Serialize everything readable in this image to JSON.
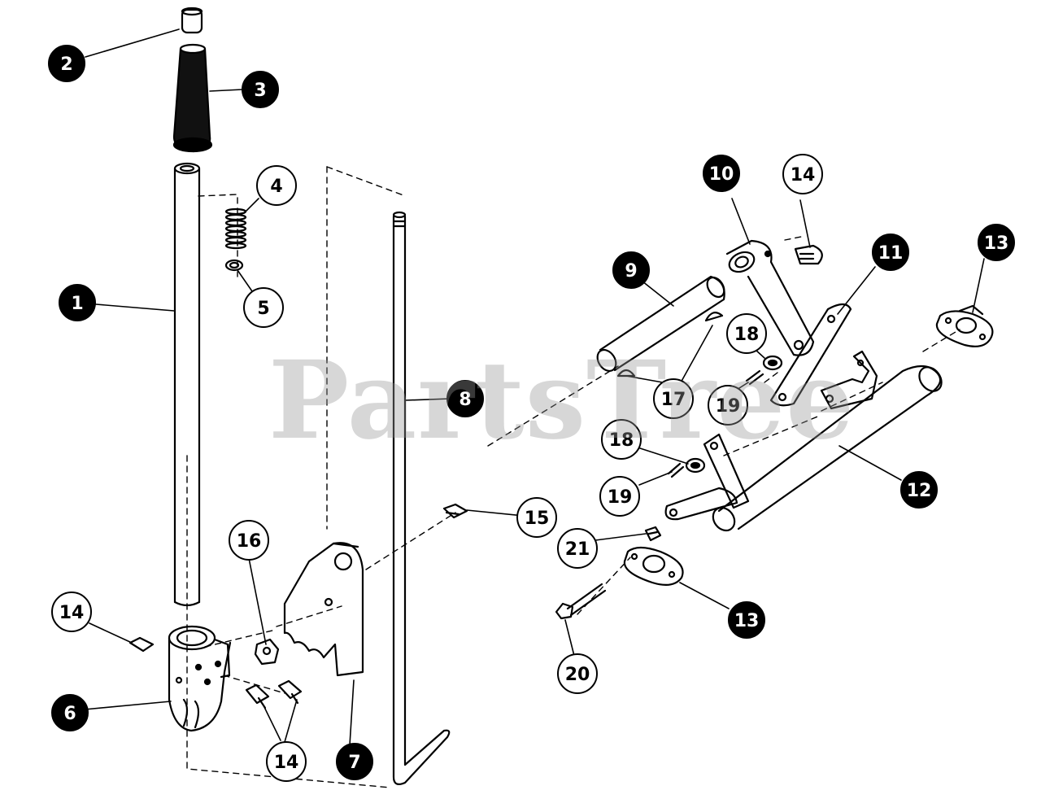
{
  "watermark": "PartsTree",
  "colors": {
    "line": "#000000",
    "background": "#ffffff",
    "watermark": "#969696"
  },
  "callouts": [
    {
      "id": "c1",
      "label": "1",
      "style": "filled",
      "part": "handle-tube"
    },
    {
      "id": "c2",
      "label": "2",
      "style": "filled",
      "part": "cap"
    },
    {
      "id": "c3",
      "label": "3",
      "style": "filled",
      "part": "grip"
    },
    {
      "id": "c4",
      "label": "4",
      "style": "outline",
      "part": "spring"
    },
    {
      "id": "c5",
      "label": "5",
      "style": "outline",
      "part": "washer"
    },
    {
      "id": "c6",
      "label": "6",
      "style": "filled",
      "part": "pivot-block"
    },
    {
      "id": "c7",
      "label": "7",
      "style": "filled",
      "part": "notched-bracket"
    },
    {
      "id": "c8",
      "label": "8",
      "style": "filled",
      "part": "rod"
    },
    {
      "id": "c9",
      "label": "9",
      "style": "filled",
      "part": "cross-shaft"
    },
    {
      "id": "c10",
      "label": "10",
      "style": "filled",
      "part": "lever-arm"
    },
    {
      "id": "c11",
      "label": "11",
      "style": "filled",
      "part": "link"
    },
    {
      "id": "c12",
      "label": "12",
      "style": "filled",
      "part": "lift-shaft"
    },
    {
      "id": "c13a",
      "label": "13",
      "style": "filled",
      "part": "bearing-flange-right"
    },
    {
      "id": "c13b",
      "label": "13",
      "style": "filled",
      "part": "bearing-flange-lower"
    },
    {
      "id": "c14a",
      "label": "14",
      "style": "outline",
      "part": "screw-arm"
    },
    {
      "id": "c14b",
      "label": "14",
      "style": "outline",
      "part": "screw-left"
    },
    {
      "id": "c14c",
      "label": "14",
      "style": "outline",
      "part": "screws-bottom"
    },
    {
      "id": "c15",
      "label": "15",
      "style": "outline",
      "part": "bolt"
    },
    {
      "id": "c16",
      "label": "16",
      "style": "outline",
      "part": "nut"
    },
    {
      "id": "c17",
      "label": "17",
      "style": "outline",
      "part": "keys"
    },
    {
      "id": "c18a",
      "label": "18",
      "style": "outline",
      "part": "washer-upper"
    },
    {
      "id": "c18b",
      "label": "18",
      "style": "outline",
      "part": "washer-lower"
    },
    {
      "id": "c19a",
      "label": "19",
      "style": "outline",
      "part": "cotter-pin-upper"
    },
    {
      "id": "c19b",
      "label": "19",
      "style": "outline",
      "part": "cotter-pin-lower"
    },
    {
      "id": "c20",
      "label": "20",
      "style": "outline",
      "part": "flange-bolt"
    },
    {
      "id": "c21",
      "label": "21",
      "style": "outline",
      "part": "nut-small"
    }
  ]
}
